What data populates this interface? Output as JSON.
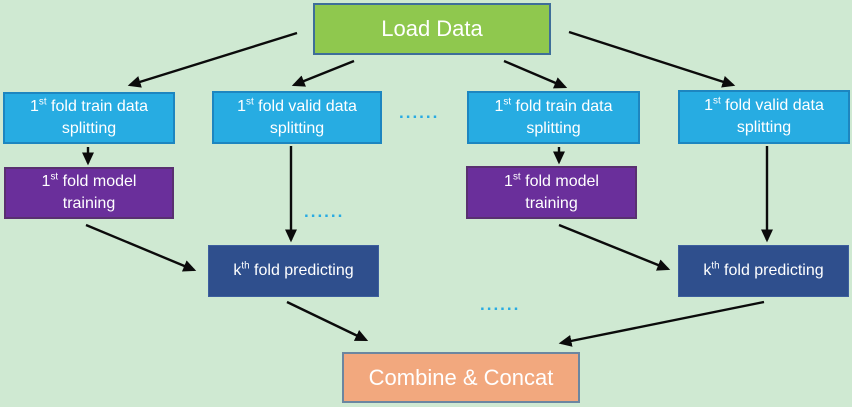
{
  "diagram": {
    "description": "K-fold cross-validation stacking flowchart",
    "palette": {
      "background": "#CFE9D2",
      "load_box_fill": "#8FC84E",
      "split_box_fill": "#27ACE2",
      "model_box_fill": "#6A2F9B",
      "predict_box_fill": "#2F4F8D",
      "combine_box_fill": "#F2A87E",
      "arrow": "#0B0B0B",
      "ellipsis_dots": "#29ABE2",
      "box_text": "#FFFFFF"
    },
    "nodes": {
      "load_data": {
        "label": "Load Data"
      },
      "train_split_left": {
        "base": "1",
        "sup": "st",
        "rest": " fold train data splitting"
      },
      "valid_split_left": {
        "base": "1",
        "sup": "st",
        "rest": " fold valid data splitting"
      },
      "train_split_right": {
        "base": "1",
        "sup": "st",
        "rest": " fold train data splitting"
      },
      "valid_split_right": {
        "base": "1",
        "sup": "st",
        "rest": " fold valid data splitting"
      },
      "model_training_left": {
        "base": "1",
        "sup": "st",
        "rest": " fold model training"
      },
      "model_training_right": {
        "base": "1",
        "sup": "st",
        "rest": " fold model training"
      },
      "fold_predicting_left": {
        "base": "k",
        "sup": "th",
        "rest": " fold predicting"
      },
      "fold_predicting_right": {
        "base": "k",
        "sup": "th",
        "rest": " fold predicting"
      },
      "combine_concat": {
        "label": "Combine & Concat"
      }
    },
    "ellipsis": {
      "text": "......"
    }
  }
}
